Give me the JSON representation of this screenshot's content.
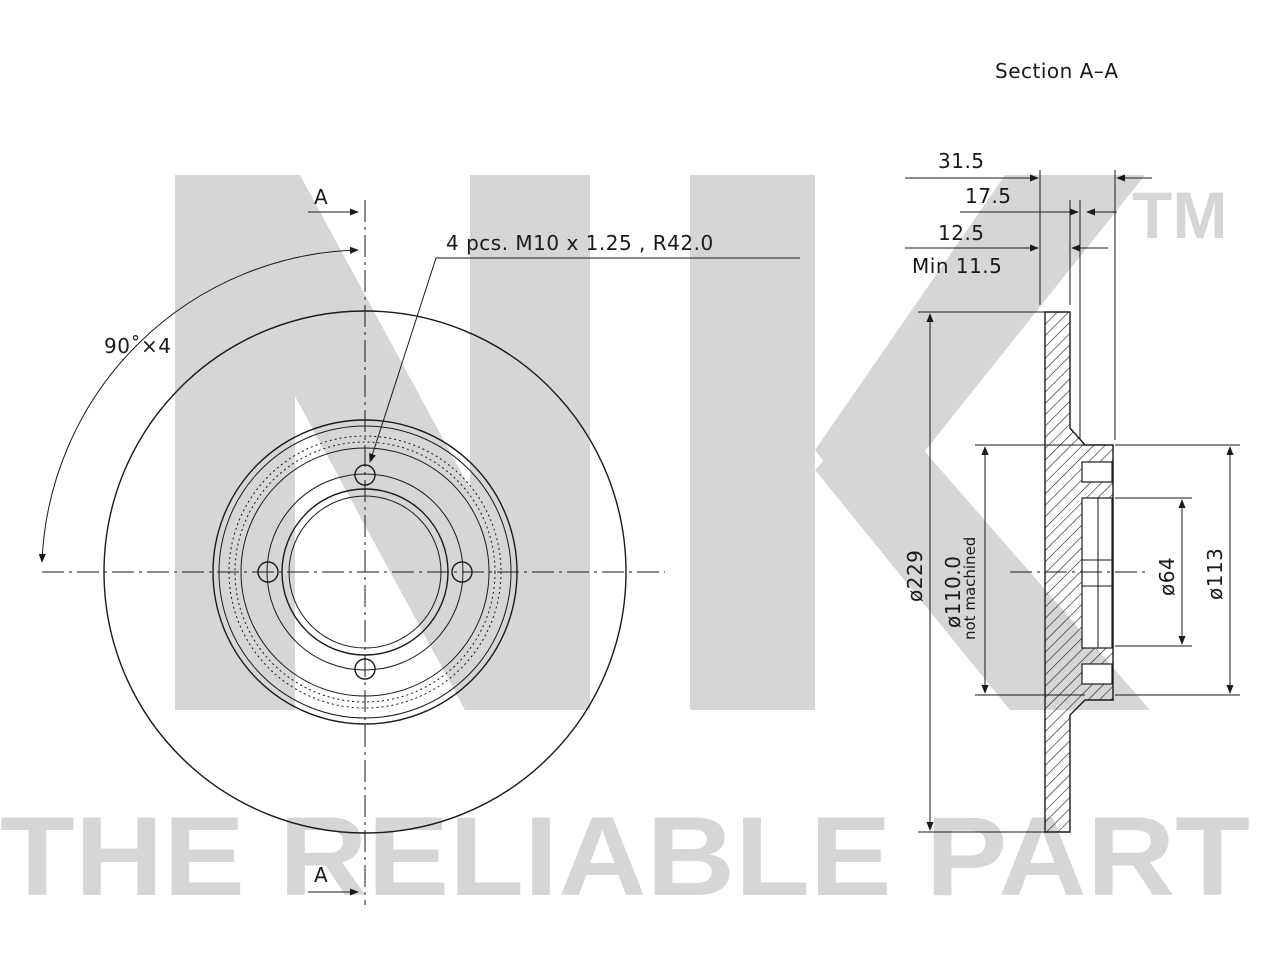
{
  "watermark": {
    "logo": "NK",
    "trademark": "TM",
    "tagline": "THE RELIABLE PART"
  },
  "section_title": "Section A–A",
  "front_view": {
    "section_marker_top": "A",
    "section_marker_bottom": "A",
    "angle_label": "90˚×4",
    "bolt_callout": "4 pcs. M10 x 1.25 , R42.0"
  },
  "section_view": {
    "dim_overall_width": "31.5",
    "dim_hub_width": "17.5",
    "dim_disc_thickness": "12.5",
    "dim_min_thickness": "Min 11.5",
    "dim_outer_diameter": "ø229",
    "dim_hat_diameter": "ø110.0",
    "dim_hat_note": "not machined",
    "dim_center_bore": "ø64",
    "dim_hub_diameter": "ø113"
  },
  "colors": {
    "linework": "#1a1a1a",
    "watermark": "#d6d6d6"
  }
}
